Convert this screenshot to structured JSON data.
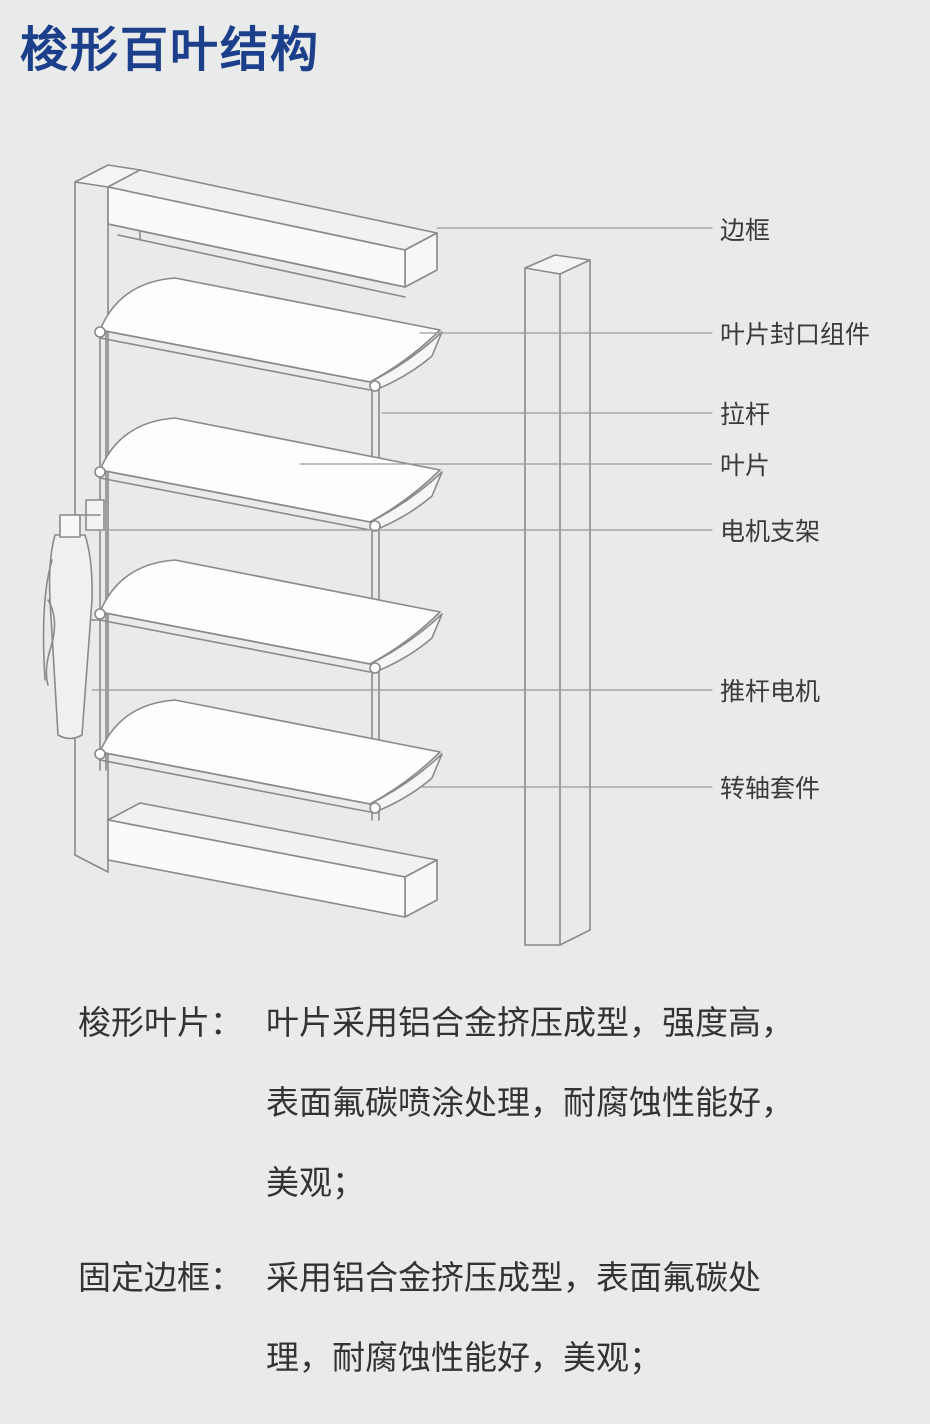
{
  "title": "梭形百叶结构",
  "callouts": [
    "边框",
    "叶片封口组件",
    "拉杆",
    "叶片",
    "电机支架",
    "推杆电机",
    "转轴套件"
  ],
  "descriptions": [
    {
      "term": "梭形叶片：",
      "text": "叶片采用铝合金挤压成型，强度高，表面氟碳喷涂处理，耐腐蚀性能好，美观；"
    },
    {
      "term": "固定边框：",
      "text": "采用铝合金挤压成型，表面氟碳处理，耐腐蚀性能好，美观；"
    }
  ]
}
